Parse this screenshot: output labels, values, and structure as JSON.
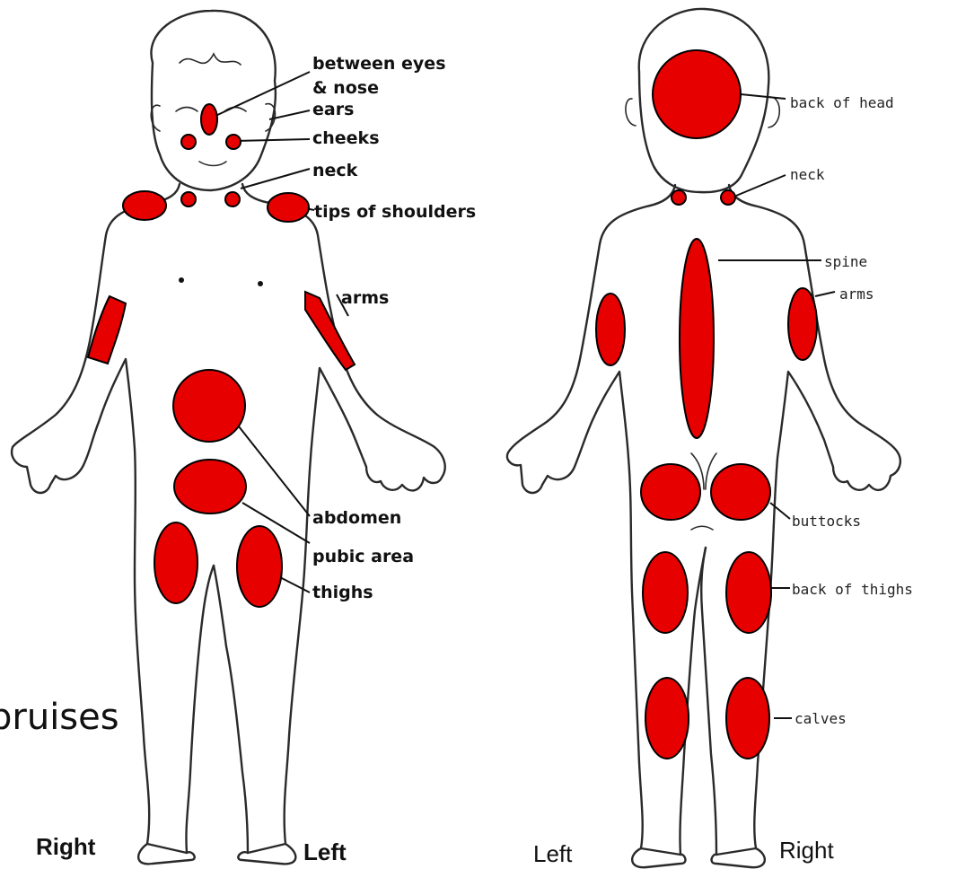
{
  "front_labels": {
    "between_eyes": "between eyes",
    "nose": "& nose",
    "ears": "ears",
    "cheeks": "cheeks",
    "neck": "neck",
    "shoulders": "tips of shoulders",
    "arms": "arms",
    "abdomen": "abdomen",
    "pubic_area": "pubic area",
    "thighs": "thighs"
  },
  "back_labels": {
    "back_of_head": "back of head",
    "neck": "neck",
    "spine": "spine",
    "arms": "arms",
    "buttocks": "buttocks",
    "back_of_thighs": "back of thighs",
    "calves": "calves"
  },
  "side_labels": {
    "front_right": "Right",
    "front_left": "Left",
    "back_left": "Left",
    "back_right": "Right"
  },
  "caption": "bruises",
  "colors": {
    "bruise_fill": "#e60000",
    "outline": "#2a2a2a"
  }
}
